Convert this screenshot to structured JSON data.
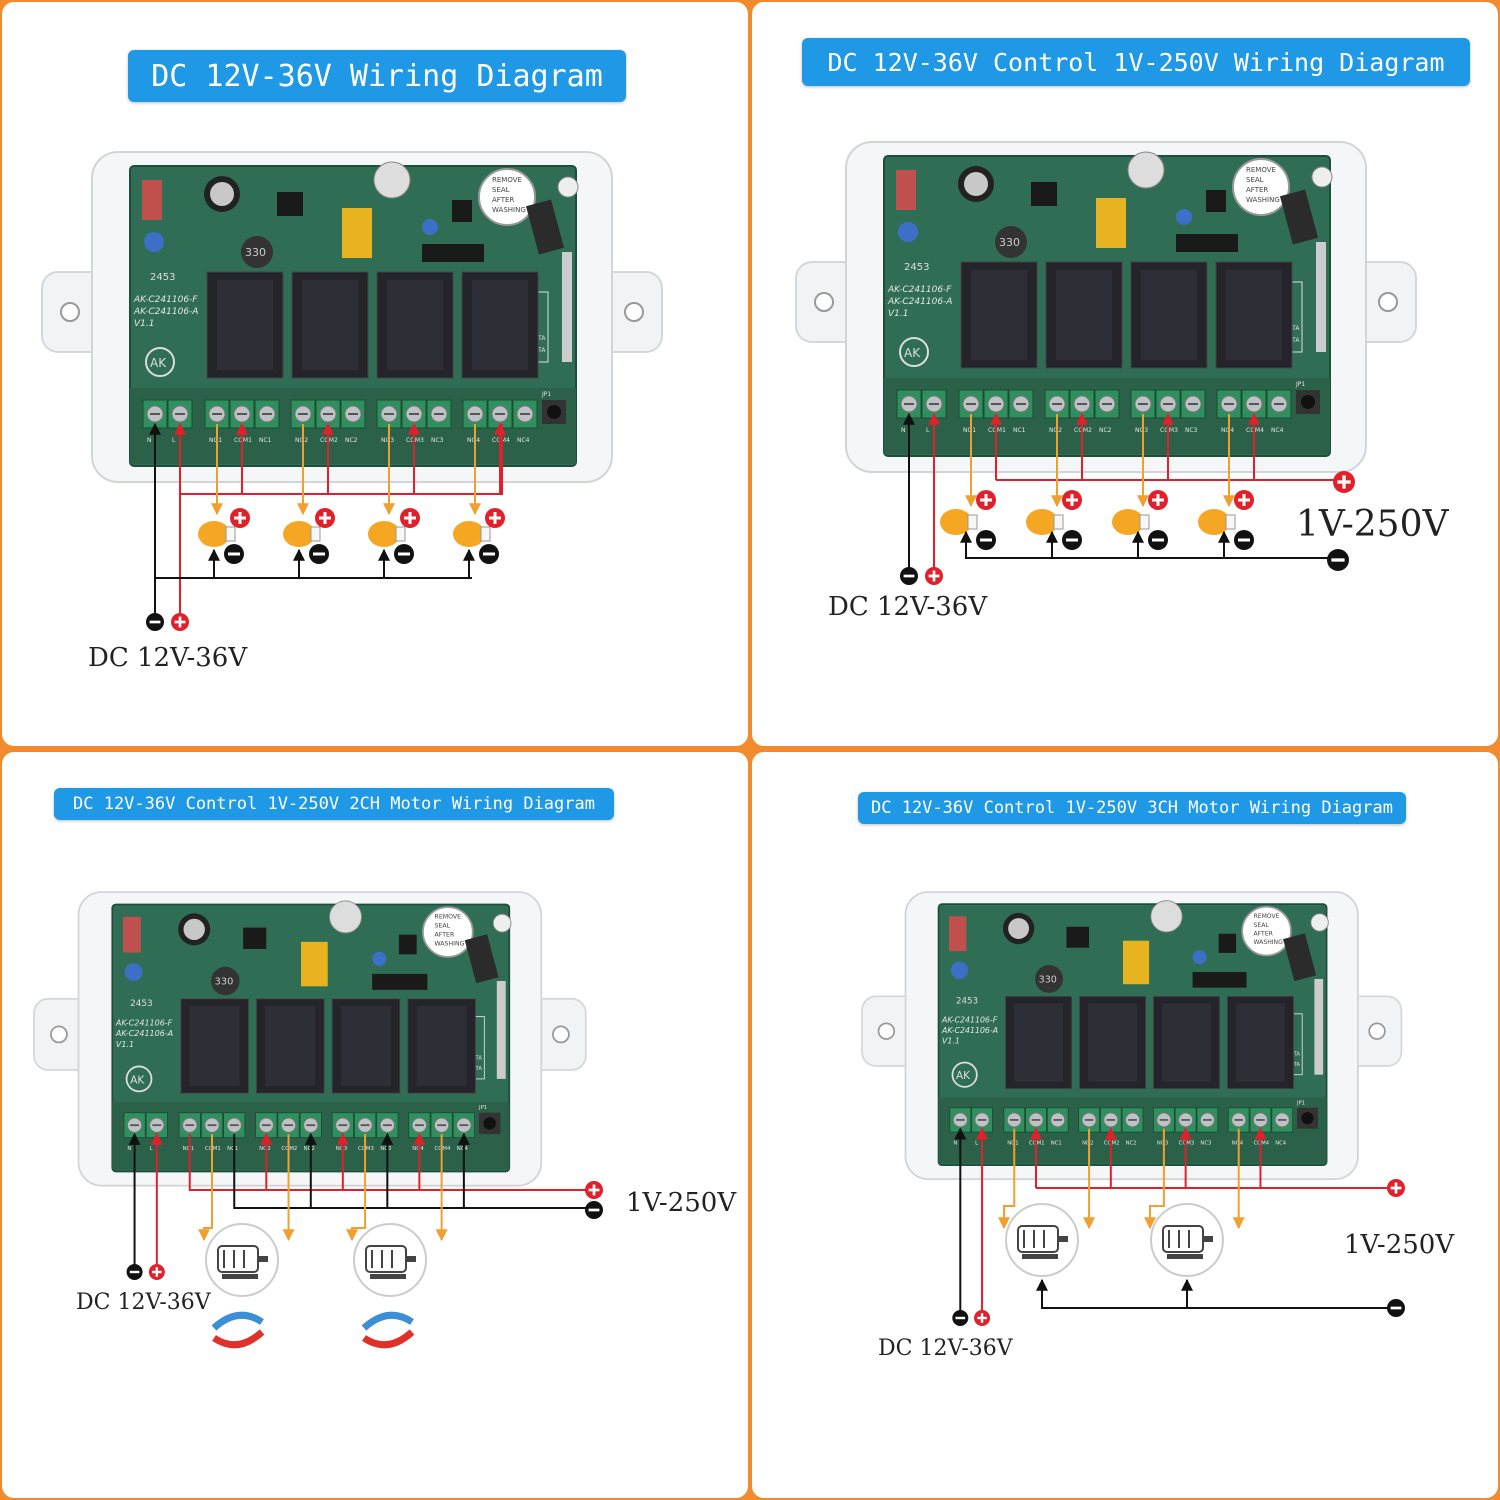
{
  "panels": [
    {
      "id": "p1",
      "title": "DC 12V-36V Wiring Diagram",
      "supply_label": "DC 12V-36V"
    },
    {
      "id": "p2",
      "title": "DC 12V-36V Control 1V-250V Wiring Diagram",
      "supply_label": "DC 12V-36V",
      "load_label": "1V-250V"
    },
    {
      "id": "p3",
      "title": "DC 12V-36V Control 1V-250V 2CH Motor Wiring Diagram",
      "supply_label": "DC 12V-36V",
      "load_label": "1V-250V"
    },
    {
      "id": "p4",
      "title": "DC 12V-36V Control 1V-250V 3CH Motor Wiring Diagram",
      "supply_label": "DC 12V-36V",
      "load_label": "1V-250V"
    }
  ],
  "board": {
    "model_lines": [
      "AK-C241106-F",
      "AK-C241106-A",
      "V1.1"
    ],
    "logo": "AK",
    "code": "2453",
    "inductor_value": "330",
    "buzzer_text": [
      "REMOVE",
      "SEAL",
      "AFTER",
      "WASHING"
    ],
    "terminal_labels": [
      "N",
      "L",
      "NO1",
      "COM1",
      "NC1",
      "NO2",
      "COM2",
      "NC2",
      "NO3",
      "COM3",
      "NC3",
      "NO4",
      "COM4",
      "NC4"
    ],
    "side_labels": [
      "DATA",
      "DATA"
    ],
    "jumper_label": "JP1"
  },
  "colors": {
    "frame": "#f28a2e",
    "title_bg": "#1f98e6",
    "pcb": "#2f6e55",
    "relay": "#24242a",
    "terminal": "#2f8f5e",
    "wire_positive": "#e0202a",
    "wire_negative": "#111111",
    "wire_load": "#f0a030",
    "bulb": "#f5a623"
  },
  "icons": {
    "plus": "plus-icon",
    "minus": "minus-icon",
    "bulb": "light-bulb-icon",
    "motor": "motor-icon",
    "rotation": "rotation-arrows-icon"
  }
}
